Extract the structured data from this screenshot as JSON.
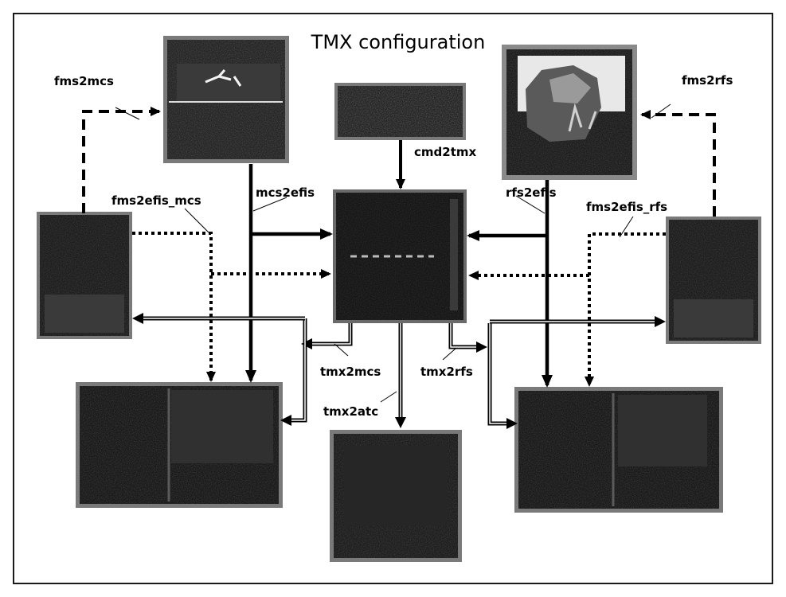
{
  "title": "TMX configuration",
  "labels": {
    "fms2mcs": "fms2mcs",
    "fms2rfs": "fms2rfs",
    "cmd2tmx": "cmd2tmx",
    "mcs2efis": "mcs2efis",
    "rfs2efis": "rfs2efis",
    "fms2efis_mcs": "fms2efis_mcs",
    "fms2efis_rfs": "fms2efis_rfs",
    "tmx2mcs": "tmx2mcs",
    "tmx2rfs": "tmx2rfs",
    "tmx2atc": "tmx2atc"
  },
  "colors": {
    "ink": "#000000",
    "panel_dark": "#1e1e1e",
    "panel_frame": "#6e6e6e",
    "double_line": "#ffffff"
  }
}
